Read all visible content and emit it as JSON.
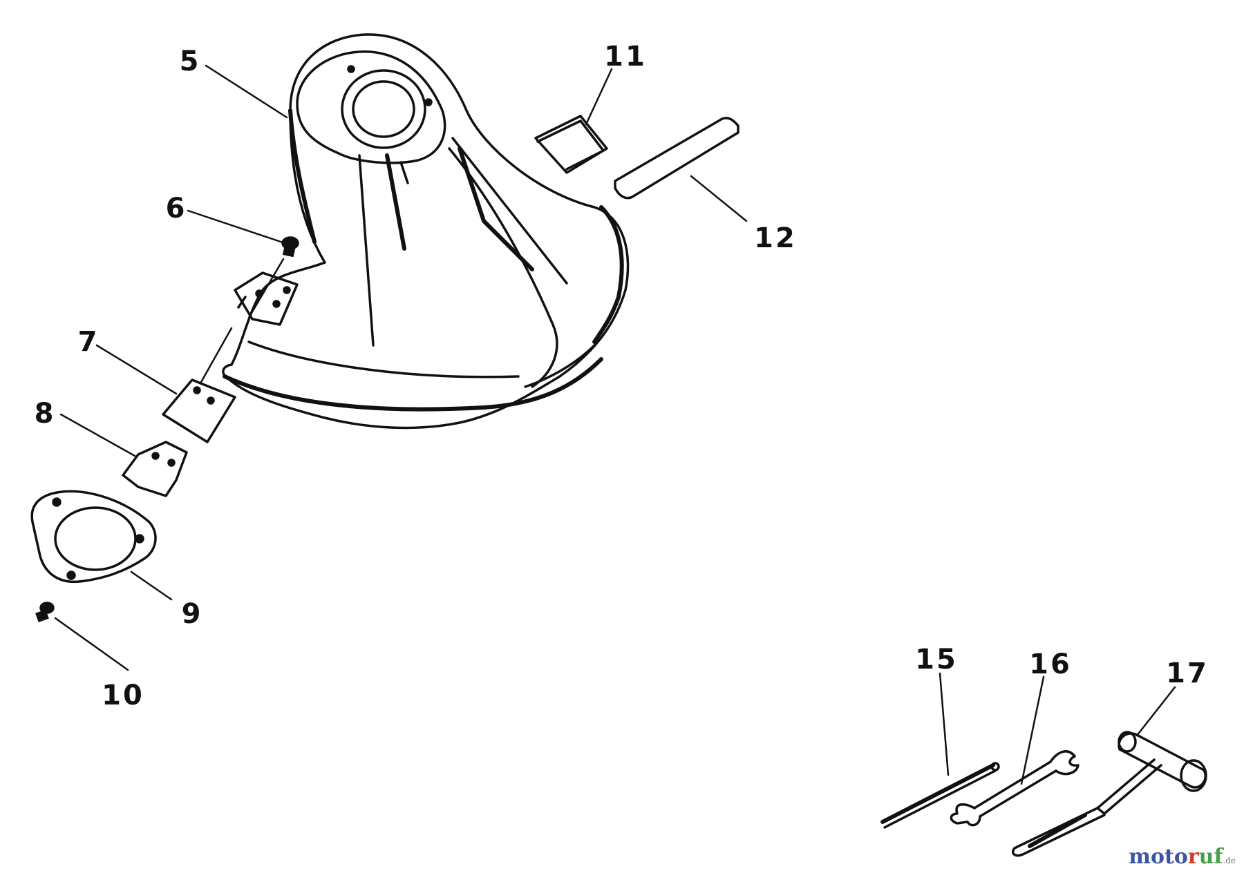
{
  "diagram": {
    "part_labels": [
      "5",
      "6",
      "7",
      "8",
      "9",
      "10",
      "11",
      "12",
      "15",
      "16",
      "17"
    ]
  },
  "watermark": {
    "moto": "moto",
    "r": "r",
    "uf": "uf",
    "de": ".de"
  }
}
